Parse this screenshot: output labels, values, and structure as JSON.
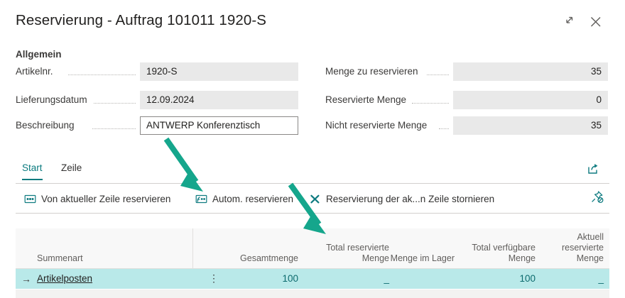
{
  "window": {
    "title": "Reservierung - Auftrag 101011 1920-S",
    "expand_icon": "expand-diagonal-icon",
    "close_icon": "close-icon"
  },
  "general": {
    "section_label": "Allgemein",
    "left_fields": [
      {
        "label": "Artikelnr.",
        "value": "1920-S",
        "editable": false
      },
      {
        "label": "Lieferungsdatum",
        "value": "12.09.2024",
        "editable": false
      },
      {
        "label": "Beschreibung",
        "value": "ANTWERP Konferenztisch",
        "editable": true
      }
    ],
    "right_fields": [
      {
        "label": "Menge zu reservieren",
        "value": "35"
      },
      {
        "label": "Reservierte Menge",
        "value": "0"
      },
      {
        "label": "Nicht reservierte Menge",
        "value": "35"
      }
    ]
  },
  "tabs": {
    "items": [
      {
        "label": "Start",
        "active": true
      },
      {
        "label": "Zeile",
        "active": false
      }
    ],
    "share_icon": "share-export-icon"
  },
  "toolbar": {
    "items": [
      {
        "label": "Von aktueller Zeile reservieren",
        "icon": "reserve-from-current-line-icon"
      },
      {
        "label": "Autom. reservieren",
        "icon": "auto-reserve-icon"
      },
      {
        "label": "Reservierung der ak...n Zeile stornieren",
        "icon": "cancel-x-icon"
      }
    ],
    "pin_icon": "unpin-icon"
  },
  "table": {
    "columns": [
      "Summenart",
      "Gesamtmenge",
      "Total reservierte Menge",
      "Menge im Lager",
      "Total verfügbare Menge",
      "Aktuell reservierte Menge"
    ],
    "rows": [
      {
        "row_indicator": "→",
        "summenart": "Artikelposten",
        "kebab": "⋮",
        "gesamtmenge": "100",
        "total_reservierte_menge": "_",
        "menge_im_lager": "",
        "total_verfuegbare_menge": "100",
        "aktuell_reservierte_menge": "_"
      }
    ]
  },
  "annotations": [
    {
      "name": "arrow-to-autom-reservieren",
      "color": "#15a68c"
    },
    {
      "name": "arrow-to-total-reservierte-menge",
      "color": "#15a68c"
    }
  ],
  "colors": {
    "accent": "#0f7b80",
    "selected_row": "#b9e9e9",
    "field_bg": "#e9e9e9",
    "annotation": "#15a68c"
  }
}
